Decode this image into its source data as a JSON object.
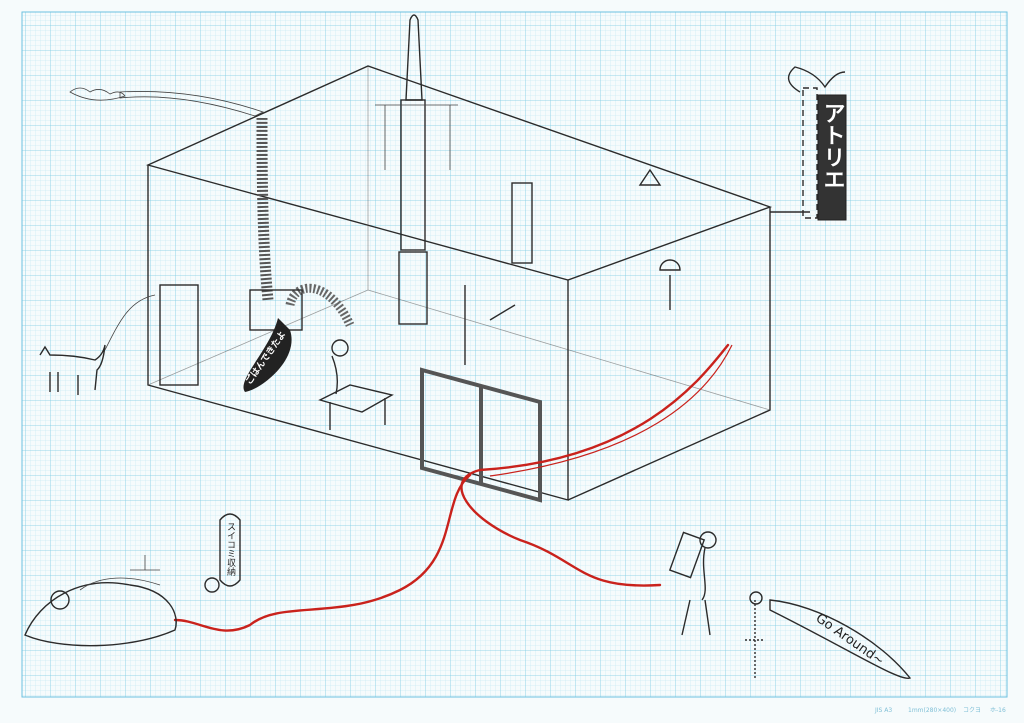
{
  "artwork": {
    "sign_text": "アトリエ",
    "meal_bubble_text": "ごはんできたよ",
    "storage_bubble_text": "スイコミ収納",
    "go_around_text": "Go Around~"
  },
  "paper_footer": {
    "size": "JIS A3",
    "grid": "1mm(280×400)",
    "brand": "コクヨ",
    "code": "ホ-16"
  },
  "colors": {
    "grid": "#9dd6ea",
    "grid_major": "#6cc0df",
    "ink": "#2b2b2b",
    "hose": "#c9221c",
    "paper": "#f6fbfc"
  }
}
